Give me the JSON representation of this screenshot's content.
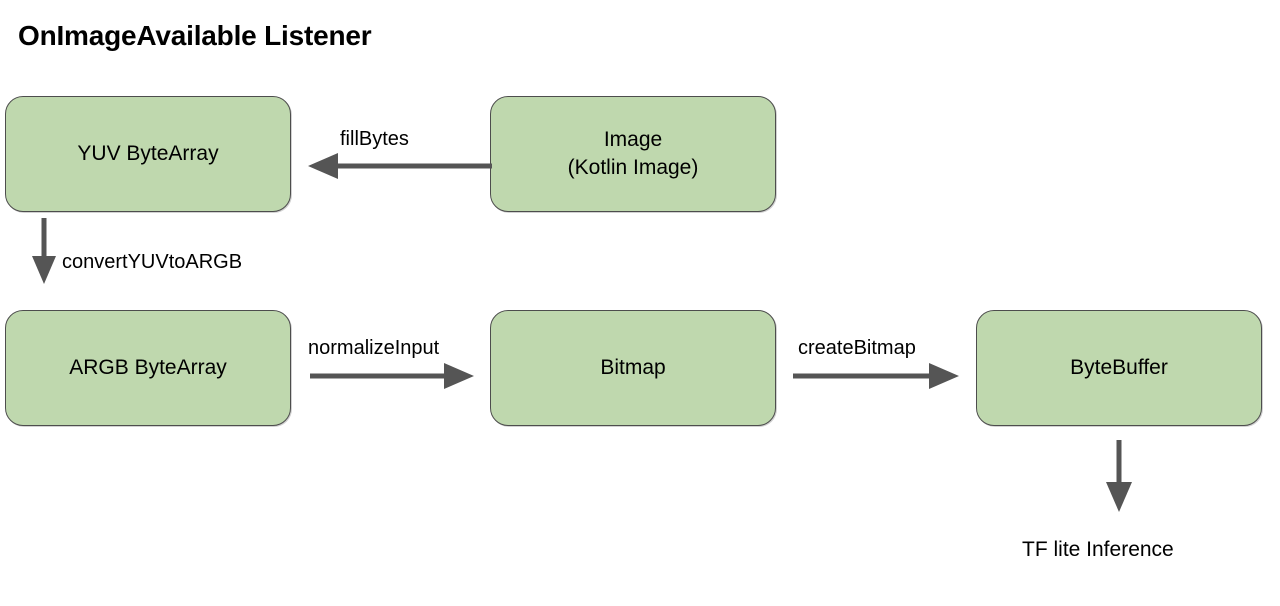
{
  "page": {
    "title": "OnImageAvailable Listener",
    "background_color": "#ffffff",
    "node_fill_color": "#bfd8ae",
    "node_border_color": "#4d4d4d",
    "arrow_color": "#555555",
    "text_color": "#000000"
  },
  "diagram": {
    "type": "flowchart",
    "nodes": [
      {
        "id": "yuv",
        "label": "YUV ByteArray"
      },
      {
        "id": "image",
        "label": "Image\n(Kotlin Image)"
      },
      {
        "id": "argb",
        "label": "ARGB ByteArray"
      },
      {
        "id": "bitmap",
        "label": "Bitmap"
      },
      {
        "id": "bytebuffer",
        "label": "ByteBuffer"
      }
    ],
    "edges": [
      {
        "id": "e1",
        "from": "image",
        "to": "yuv",
        "label": "fillBytes",
        "direction": "left"
      },
      {
        "id": "e2",
        "from": "yuv",
        "to": "argb",
        "label": "convertYUVtoARGB",
        "direction": "down"
      },
      {
        "id": "e3",
        "from": "argb",
        "to": "bitmap",
        "label": "normalizeInput",
        "direction": "right"
      },
      {
        "id": "e4",
        "from": "bitmap",
        "to": "bytebuffer",
        "label": "createBitmap",
        "direction": "right"
      },
      {
        "id": "e5",
        "from": "bytebuffer",
        "to": "tflite",
        "label": "",
        "direction": "down"
      }
    ],
    "terminal_label": "TF lite Inference"
  }
}
